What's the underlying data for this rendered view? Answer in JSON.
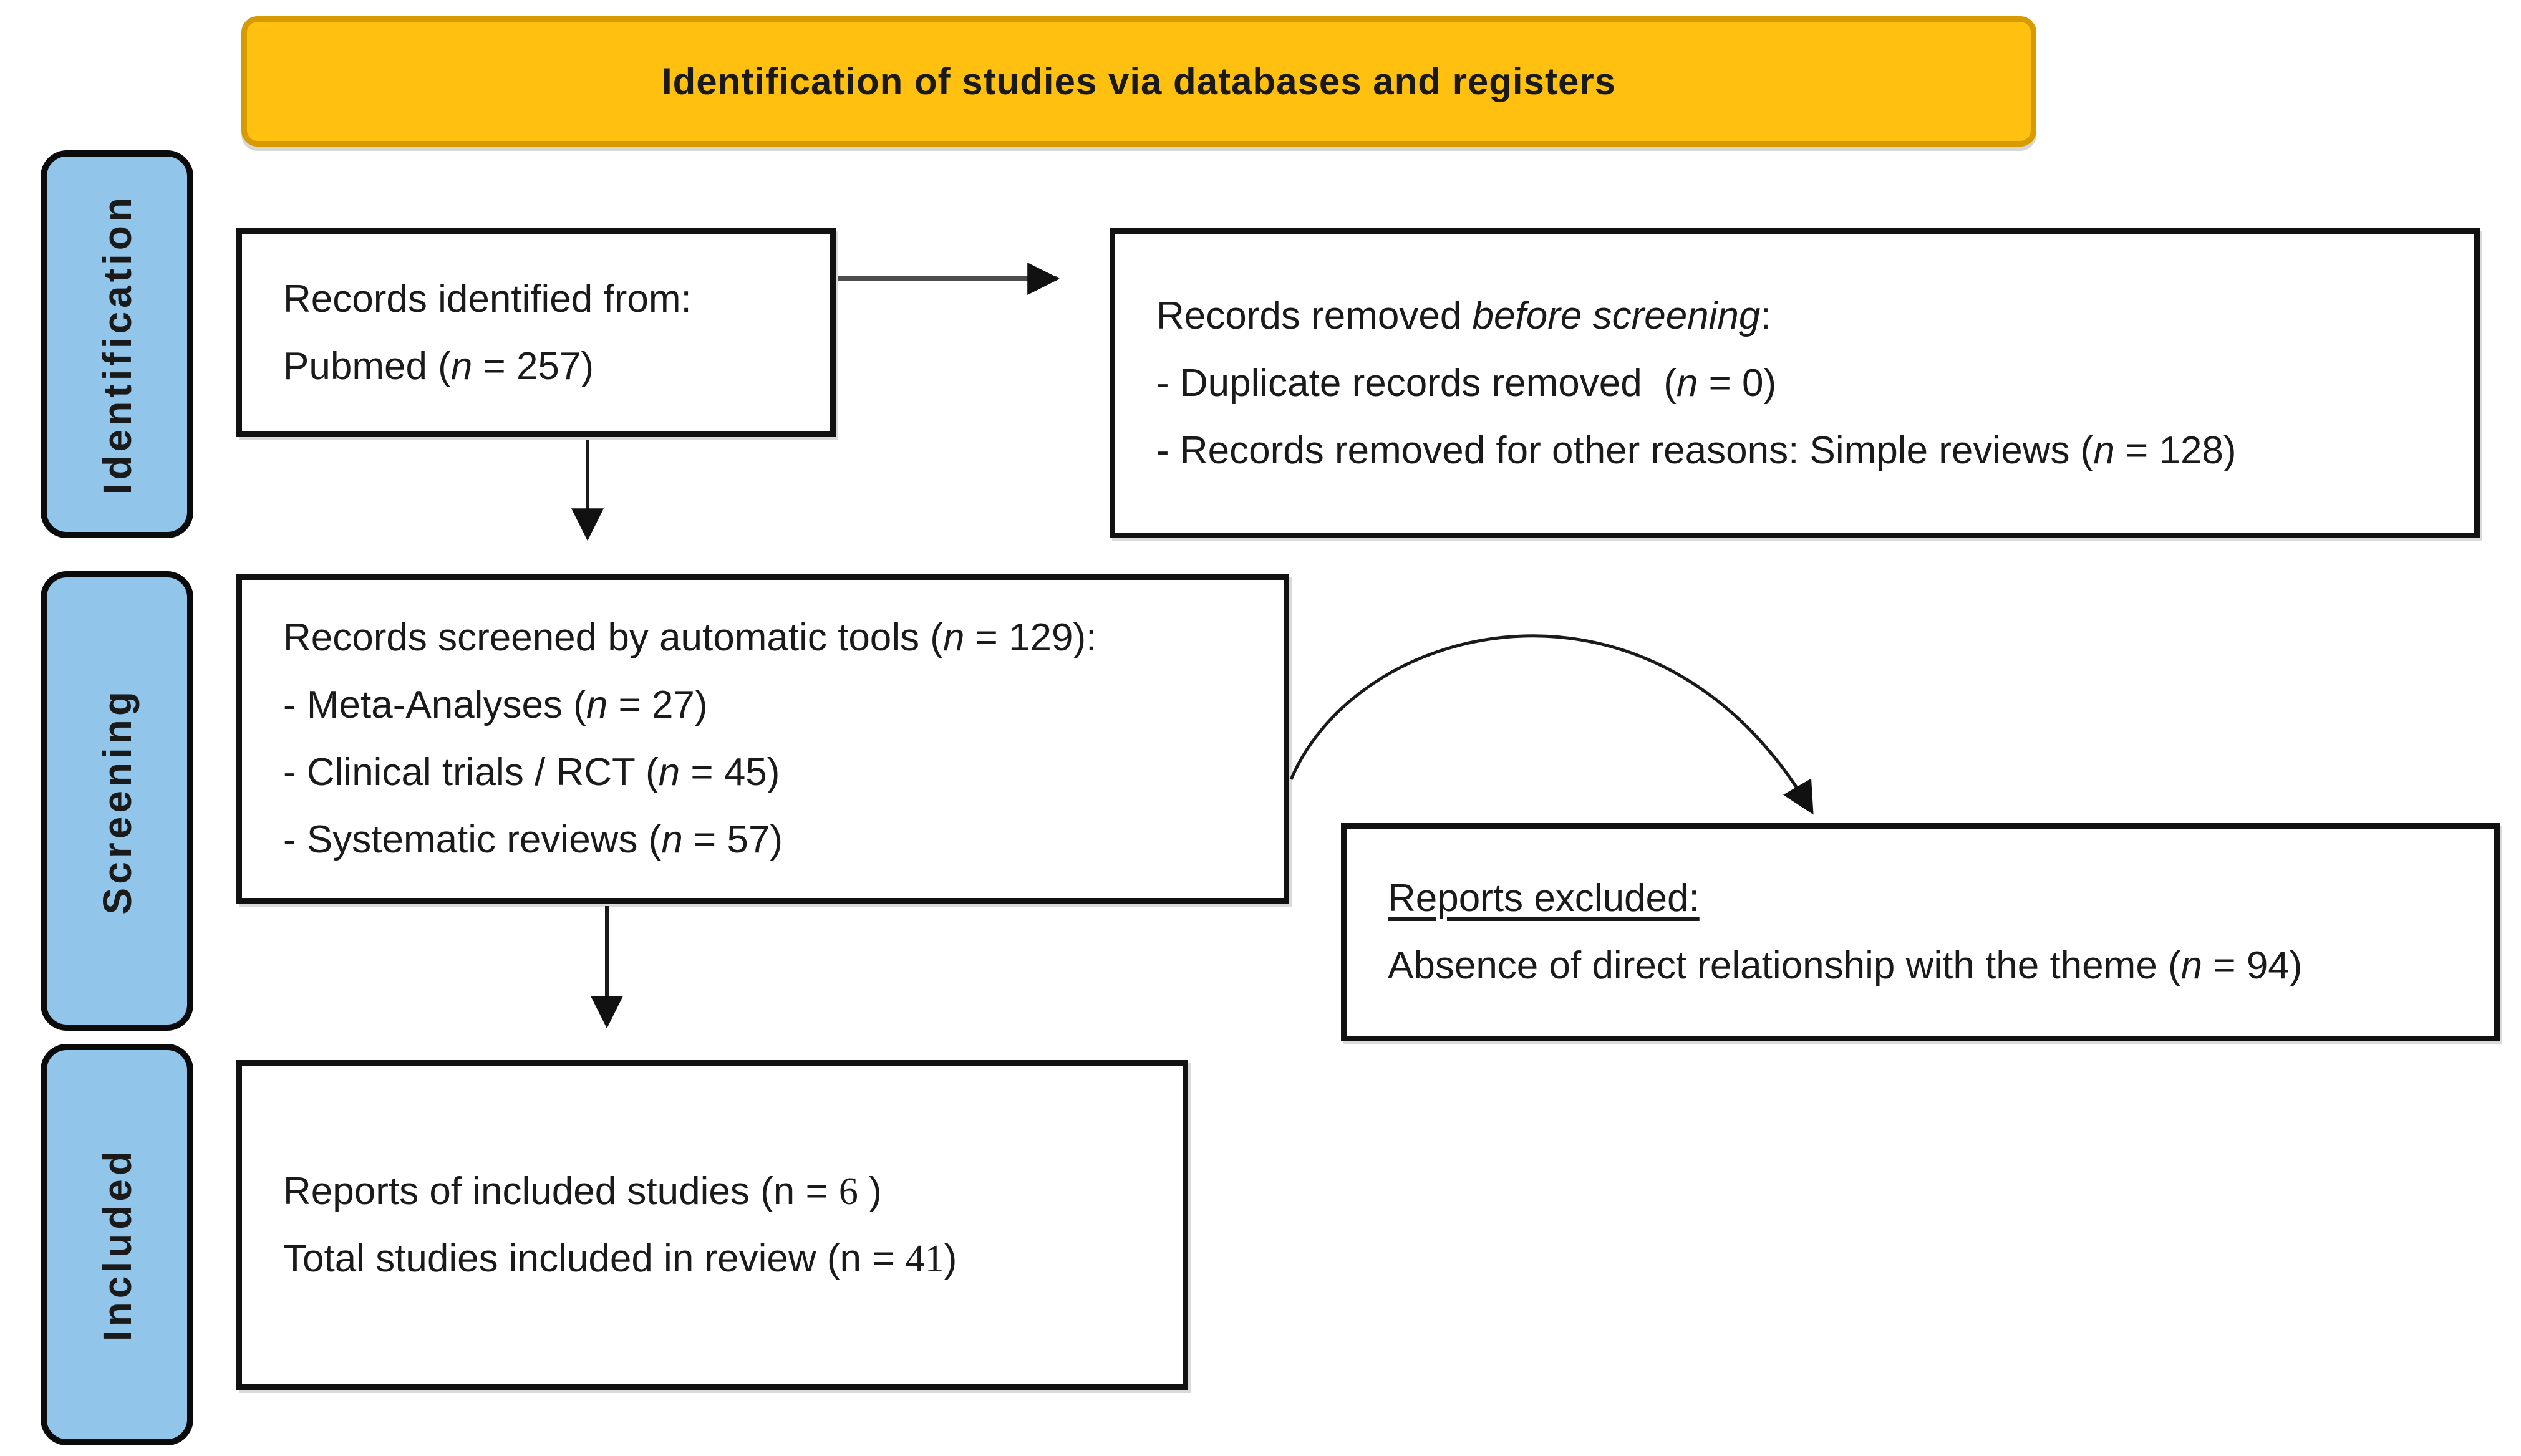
{
  "diagram": {
    "title_banner": {
      "label": "Identification of studies via databases and registers"
    },
    "stages": [
      {
        "id": "identification",
        "label": "Identification"
      },
      {
        "id": "screening",
        "label": "Screening"
      },
      {
        "id": "included",
        "label": "Included"
      }
    ],
    "boxes": {
      "records_identified": {
        "lines": [
          {
            "segments": [
              {
                "t": "Records identified from:"
              }
            ]
          },
          {
            "segments": [
              {
                "t": "Pubmed ("
              },
              {
                "t": "n",
                "s": "i"
              },
              {
                "t": " = 257)"
              }
            ]
          }
        ]
      },
      "records_removed": {
        "lines": [
          {
            "segments": [
              {
                "t": "Records removed "
              },
              {
                "t": "before screening",
                "s": "i"
              },
              {
                "t": ":"
              }
            ]
          },
          {
            "segments": [
              {
                "t": "- Duplicate records removed  ("
              },
              {
                "t": "n",
                "s": "i"
              },
              {
                "t": " = 0)"
              }
            ]
          },
          {
            "segments": [
              {
                "t": "- Records removed for other reasons: Simple reviews ("
              },
              {
                "t": "n",
                "s": "i"
              },
              {
                "t": " = 128)"
              }
            ]
          }
        ]
      },
      "records_screened": {
        "lines": [
          {
            "segments": [
              {
                "t": "Records screened by automatic tools ("
              },
              {
                "t": "n",
                "s": "i"
              },
              {
                "t": " = 129):"
              }
            ]
          },
          {
            "segments": [
              {
                "t": "- Meta-Analyses ("
              },
              {
                "t": "n",
                "s": "i"
              },
              {
                "t": " = 27)"
              }
            ]
          },
          {
            "segments": [
              {
                "t": "- Clinical trials / RCT ("
              },
              {
                "t": "n",
                "s": "i"
              },
              {
                "t": " = 45)"
              }
            ]
          },
          {
            "segments": [
              {
                "t": "- Systematic reviews ("
              },
              {
                "t": "n",
                "s": "i"
              },
              {
                "t": " = 57)"
              }
            ]
          }
        ]
      },
      "reports_excluded": {
        "lines": [
          {
            "segments": [
              {
                "t": "Reports excluded:",
                "s": "u"
              }
            ]
          },
          {
            "segments": [
              {
                "t": "Absence of direct relationship with the theme ("
              },
              {
                "t": "n",
                "s": "i"
              },
              {
                "t": " = 94)"
              }
            ]
          }
        ]
      },
      "studies_included": {
        "lines": [
          {
            "segments": [
              {
                "t": "Reports of included studies (n = "
              },
              {
                "t": "6",
                "s": "serif"
              },
              {
                "t": " )"
              }
            ]
          },
          {
            "segments": [
              {
                "t": "Total studies included in review (n = "
              },
              {
                "t": "41",
                "s": "serif"
              },
              {
                "t": ")"
              }
            ]
          }
        ]
      }
    },
    "colors": {
      "banner_fill": "#FFC010",
      "banner_border": "#D79B00",
      "stage_fill": "#92C5EA",
      "box_border": "#111111",
      "arrow": "#1a1a1a",
      "arrow_gray": "#4d4d4d"
    }
  }
}
